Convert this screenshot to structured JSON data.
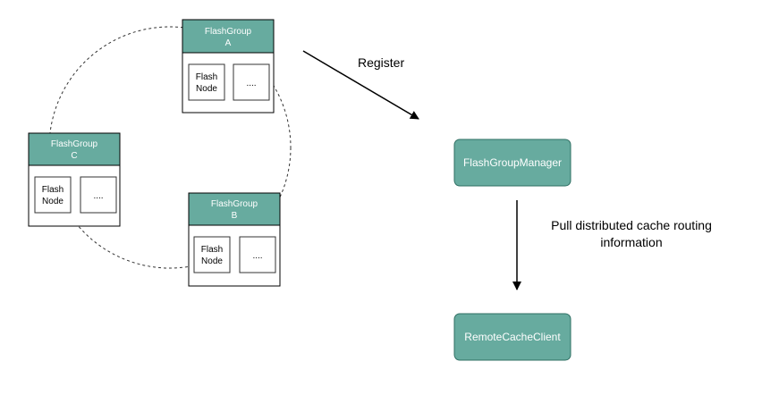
{
  "colors": {
    "accent_fill": "#67AB9F",
    "accent_stroke": "#2F6F63",
    "line": "#000000",
    "ring": "#333333",
    "node_stroke": "#333333"
  },
  "flash_groups": {
    "a": {
      "title_line1": "FlashGroup",
      "title_line2": "A",
      "node_line1": "Flash",
      "node_line2": "Node",
      "more": "...."
    },
    "b": {
      "title_line1": "FlashGroup",
      "title_line2": "B",
      "node_line1": "Flash",
      "node_line2": "Node",
      "more": "...."
    },
    "c": {
      "title_line1": "FlashGroup",
      "title_line2": "C",
      "node_line1": "Flash",
      "node_line2": "Node",
      "more": "...."
    }
  },
  "manager": {
    "label": "FlashGroupManager"
  },
  "client": {
    "label": "RemoteCacheClient"
  },
  "edges": {
    "register": {
      "label": "Register"
    },
    "pull": {
      "label_line1": "Pull distributed cache routing",
      "label_line2": "information"
    }
  }
}
